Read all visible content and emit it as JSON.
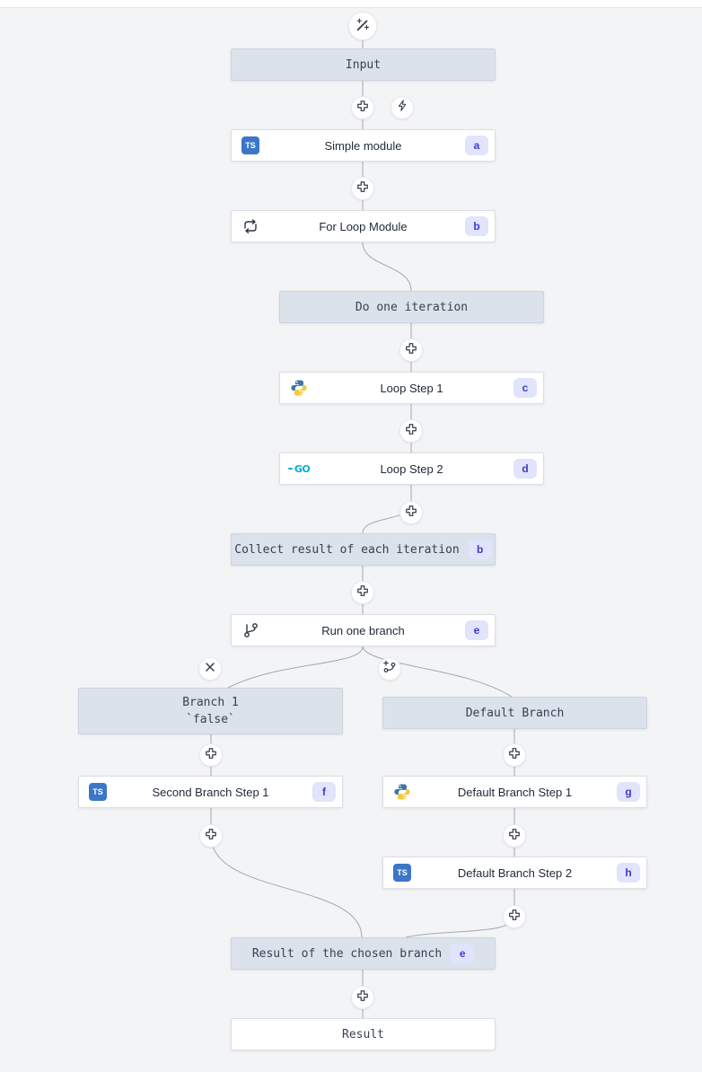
{
  "canvas": {
    "background_color": "#f3f4f6",
    "virtual_node_color": "#dbe2ec",
    "badge_bg_color": "#e0e4fc",
    "badge_text_color": "#4338ca",
    "wire_color": "#a2a8b2"
  },
  "nodes": {
    "input": {
      "label": "Input"
    },
    "simple_module": {
      "label": "Simple module",
      "badge": "a",
      "language": "typescript"
    },
    "for_loop": {
      "label": "For Loop Module",
      "badge": "b"
    },
    "do_one_iteration": {
      "label": "Do one iteration"
    },
    "loop_step_1": {
      "label": "Loop Step 1",
      "badge": "c",
      "language": "python"
    },
    "loop_step_2": {
      "label": "Loop Step 2",
      "badge": "d",
      "language": "go"
    },
    "collect": {
      "label": "Collect result of each iteration",
      "badge": "b"
    },
    "run_one_branch": {
      "label": "Run one branch",
      "badge": "e"
    },
    "branch_1": {
      "label": "Branch 1",
      "sublabel": "`false`"
    },
    "default_branch": {
      "label": "Default Branch"
    },
    "second_branch_step_1": {
      "label": "Second Branch Step 1",
      "badge": "f",
      "language": "typescript"
    },
    "default_branch_step_1": {
      "label": "Default Branch Step 1",
      "badge": "g",
      "language": "python"
    },
    "default_branch_step_2": {
      "label": "Default Branch Step 2",
      "badge": "h",
      "language": "typescript"
    },
    "result_chosen": {
      "label": "Result of the chosen branch",
      "badge": "e"
    },
    "result": {
      "label": "Result"
    }
  },
  "icons": {
    "ts_label": "TS",
    "go_label": "GO",
    "wand": "wand-sparkles",
    "plus": "insert-step",
    "bolt": "trigger",
    "x": "remove-branch",
    "add_branch": "add-branch"
  }
}
